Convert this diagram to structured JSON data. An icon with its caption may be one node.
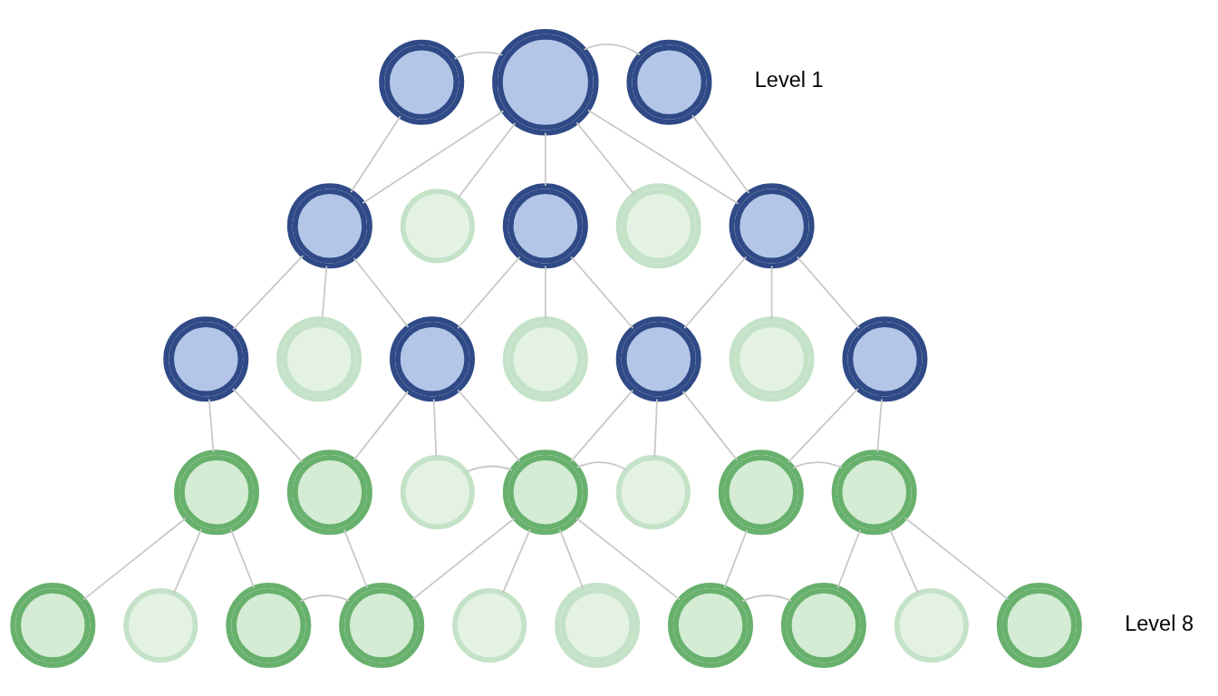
{
  "diagram": {
    "nodes": [
      {
        "text": [],
        "shape": "person"
      },
      {
        "text": [],
        "shape": "person"
      },
      {
        "text": [],
        "shape": "person"
      },
      {
        "text": [],
        "shape": "person"
      },
      {
        "text": [],
        "shape": "coin"
      },
      {
        "text": [],
        "shape": "person"
      },
      {
        "text": [],
        "shape": "coins"
      },
      {
        "text": [],
        "shape": "person"
      },
      {
        "text": [],
        "shape": "person"
      },
      {
        "text": [],
        "shape": "person"
      },
      {
        "text": [],
        "shape": "person"
      },
      {
        "text": [],
        "shape": "person"
      },
      {
        "text": [],
        "shape": "person"
      },
      {
        "text": [],
        "shape": "person"
      },
      {
        "text": [],
        "shape": "person"
      },
      {
        "text": [],
        "shape": "person"
      },
      {
        "text": [],
        "shape": "person"
      },
      {
        "text": [],
        "shape": "coin"
      },
      {
        "text": [],
        "shape": "person"
      },
      {
        "text": [],
        "shape": "coin"
      },
      {
        "text": [],
        "shape": "person"
      },
      {
        "text": [],
        "shape": "person"
      },
      {
        "text": [],
        "shape": "person"
      },
      {
        "text": [],
        "shape": "coin"
      },
      {
        "text": [],
        "shape": "person"
      },
      {
        "text": [],
        "shape": "person"
      },
      {
        "text": [],
        "shape": "coin"
      },
      {
        "text": [],
        "shape": "coins"
      },
      {
        "text": [],
        "shape": "person"
      },
      {
        "text": [],
        "shape": "person"
      },
      {
        "text": [],
        "shape": "coin"
      },
      {
        "text": [],
        "shape": "person"
      }
    ],
    "edges": [
      {
        "from": 0,
        "to": 1,
        "arrow": "none"
      },
      {
        "from": 1,
        "to": 2,
        "arrow": "none"
      },
      {
        "from": 0,
        "to": 3,
        "arrow": "none"
      },
      {
        "from": 1,
        "to": 3,
        "arrow": "none"
      },
      {
        "from": 1,
        "to": 4,
        "arrow": "none"
      },
      {
        "from": 1,
        "to": 5,
        "arrow": "none"
      },
      {
        "from": 1,
        "to": 6,
        "arrow": "none"
      },
      {
        "from": 1,
        "to": 7,
        "arrow": "none"
      },
      {
        "from": 2,
        "to": 7,
        "arrow": "none"
      },
      {
        "from": 3,
        "to": 8,
        "arrow": "none"
      },
      {
        "from": 3,
        "to": 9,
        "arrow": "none"
      },
      {
        "from": 3,
        "to": 10,
        "arrow": "none"
      },
      {
        "from": 5,
        "to": 10,
        "arrow": "none"
      },
      {
        "from": 5,
        "to": 11,
        "arrow": "none"
      },
      {
        "from": 5,
        "to": 12,
        "arrow": "none"
      },
      {
        "from": 7,
        "to": 12,
        "arrow": "none"
      },
      {
        "from": 7,
        "to": 13,
        "arrow": "none"
      },
      {
        "from": 7,
        "to": 14,
        "arrow": "none"
      },
      {
        "from": 8,
        "to": 15,
        "arrow": "none"
      },
      {
        "from": 8,
        "to": 16,
        "arrow": "none"
      },
      {
        "from": 10,
        "to": 16,
        "arrow": "none"
      },
      {
        "from": 10,
        "to": 17,
        "arrow": "none"
      },
      {
        "from": 10,
        "to": 18,
        "arrow": "none"
      },
      {
        "from": 12,
        "to": 18,
        "arrow": "none"
      },
      {
        "from": 12,
        "to": 19,
        "arrow": "none"
      },
      {
        "from": 12,
        "to": 20,
        "arrow": "none"
      },
      {
        "from": 14,
        "to": 20,
        "arrow": "none"
      },
      {
        "from": 14,
        "to": 21,
        "arrow": "none"
      },
      {
        "from": 17,
        "to": 18,
        "arrow": "none"
      },
      {
        "from": 18,
        "to": 19,
        "arrow": "none"
      },
      {
        "from": 20,
        "to": 21,
        "arrow": "none"
      },
      {
        "from": 15,
        "to": 22,
        "arrow": "none"
      },
      {
        "from": 15,
        "to": 23,
        "arrow": "none"
      },
      {
        "from": 15,
        "to": 24,
        "arrow": "none"
      },
      {
        "from": 16,
        "to": 25,
        "arrow": "none"
      },
      {
        "from": 18,
        "to": 25,
        "arrow": "none"
      },
      {
        "from": 18,
        "to": 26,
        "arrow": "none"
      },
      {
        "from": 18,
        "to": 27,
        "arrow": "none"
      },
      {
        "from": 18,
        "to": 28,
        "arrow": "none"
      },
      {
        "from": 20,
        "to": 28,
        "arrow": "none"
      },
      {
        "from": 21,
        "to": 29,
        "arrow": "none"
      },
      {
        "from": 21,
        "to": 30,
        "arrow": "none"
      },
      {
        "from": 21,
        "to": 31,
        "arrow": "none"
      },
      {
        "from": 24,
        "to": 25,
        "arrow": "none"
      },
      {
        "from": 28,
        "to": 29,
        "arrow": "none"
      }
    ],
    "labels": [
      "Level 1",
      "Level 8"
    ]
  }
}
